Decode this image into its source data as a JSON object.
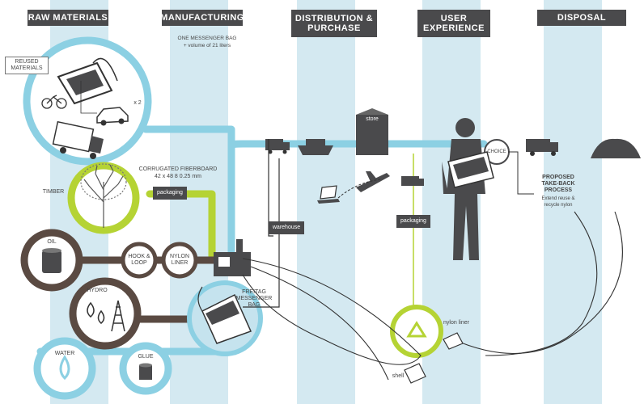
{
  "columns": {
    "raw": "RAW MATERIALS",
    "manufacturing": "MANUFACTURING",
    "distribution": "DISTRIBUTION &\nPURCHASE",
    "user": "USER\nEXPERIENCE",
    "disposal": "DISPOSAL"
  },
  "manufacturing_note": {
    "line1": "ONE MESSENGER BAG",
    "line2": "+ volume of 21 liters"
  },
  "labels": {
    "reused_materials": "REUSED\nMATERIALS",
    "x2": "x 2",
    "corrugated": "CORRUGATED FIBERBOARD",
    "corrugated_dims": "42 x 48 8 0.25 mm",
    "timber": "TIMBER",
    "packaging1": "packaging",
    "oil": "OIL",
    "hook_loop": "HOOK &\nLOOP",
    "nylon_liner": "NYLON\nLINER",
    "hydro": "HYDRO",
    "freitag": "FREITAG\nMESSENGER\nBAG",
    "water": "WATER",
    "glue": "GLUE",
    "store": "store",
    "warehouse": "warehouse",
    "packaging2": "packaging",
    "choice": "CHOICE",
    "takeback_title": "PROPOSED\nTAKE-BACK\nPROCESS",
    "takeback_sub": "Extend reuse &\nrecycle nylon",
    "nylon_liner_small": "nylon liner",
    "shell": "shell"
  },
  "colors": {
    "column_bg": "#d4e9f1",
    "header_bg": "#4a4a4c",
    "line_blue": "#8cd0e3",
    "line_green": "#b5d334",
    "line_brown": "#5a4a42",
    "icon_dark": "#4a4a4c"
  },
  "icons": [
    "bag-icon",
    "bicycle-icon",
    "car-icon",
    "truck-icon",
    "tree-icon",
    "oil-barrel-icon",
    "hydro-icon",
    "water-drop-icon",
    "glue-can-icon",
    "factory-icon",
    "ship-icon",
    "store-icon",
    "laptop-icon",
    "plane-icon",
    "person-icon",
    "recycle-icon",
    "landfill-icon"
  ]
}
